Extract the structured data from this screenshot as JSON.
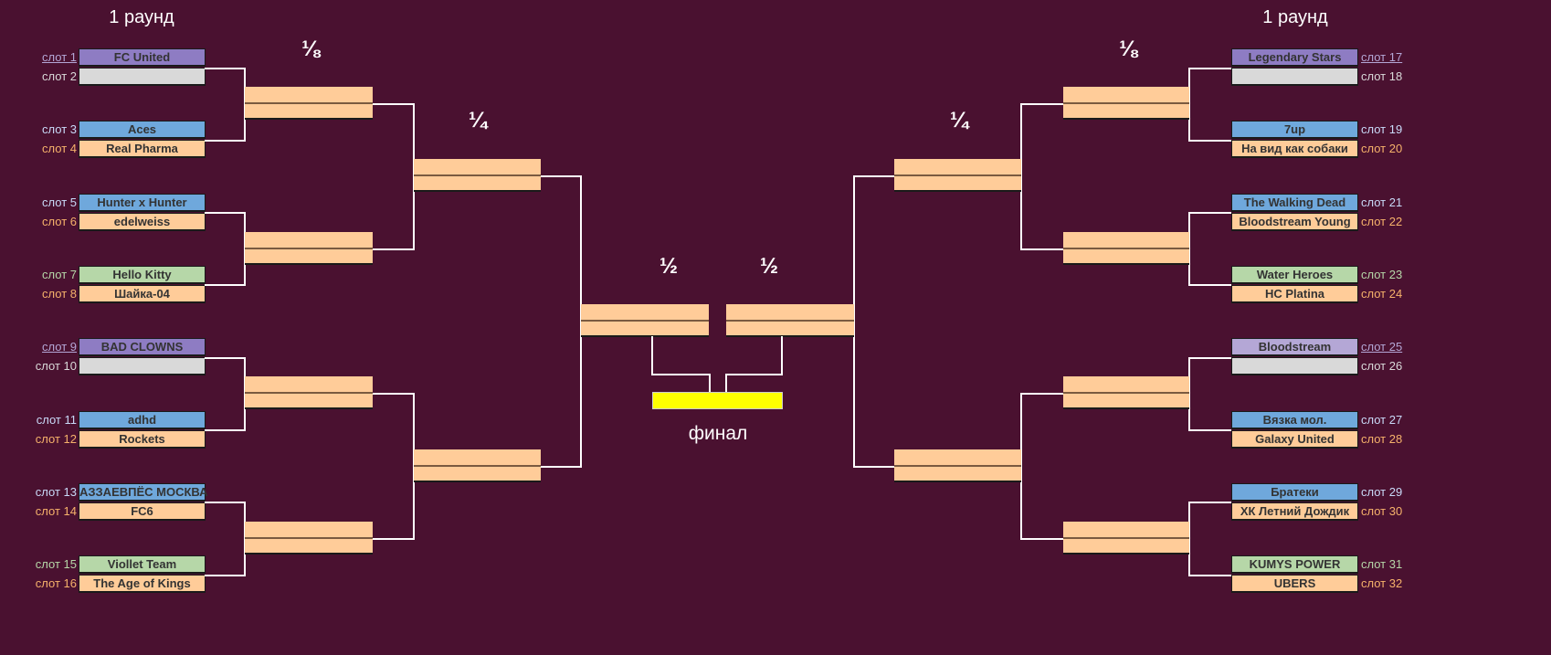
{
  "headers": {
    "round1_left": "1 раунд",
    "round1_right": "1 раунд",
    "eighth_left": "⅛",
    "eighth_right": "⅛",
    "quarter_left": "¼",
    "quarter_right": "¼",
    "semi_left": "½",
    "semi_right": "½",
    "final": "финал"
  },
  "colors": {
    "background": "#4a1130",
    "match_box": "#ffcc99",
    "final_box": "#ffff00"
  },
  "slots": [
    {
      "label": "слот 1",
      "team": "FC United",
      "color": "#8e7cc3",
      "label_color": "#b4a7d6",
      "link": true
    },
    {
      "label": "слот 2",
      "team": "",
      "color": "#d9d9d9",
      "label_color": "#d9d9d9"
    },
    {
      "label": "слот 3",
      "team": "Aces",
      "color": "#6fa8dc",
      "label_color": "#c9daf8"
    },
    {
      "label": "слот 4",
      "team": "Real Pharma",
      "color": "#ffcc99",
      "label_color": "#f6b26b"
    },
    {
      "label": "слот 5",
      "team": "Hunter x Hunter",
      "color": "#6fa8dc",
      "label_color": "#c9daf8"
    },
    {
      "label": "слот 6",
      "team": "edelweiss",
      "color": "#ffcc99",
      "label_color": "#f6b26b"
    },
    {
      "label": "слот 7",
      "team": "Hello Kitty",
      "color": "#b6d7a8",
      "label_color": "#b6d7a8"
    },
    {
      "label": "слот 8",
      "team": "Шайка-04",
      "color": "#ffcc99",
      "label_color": "#f6b26b"
    },
    {
      "label": "слот 9",
      "team": "BAD CLOWNS",
      "color": "#8e7cc3",
      "label_color": "#b4a7d6",
      "link": true
    },
    {
      "label": "слот 10",
      "team": "",
      "color": "#d9d9d9",
      "label_color": "#d9d9d9"
    },
    {
      "label": "слот 11",
      "team": "adhd",
      "color": "#6fa8dc",
      "label_color": "#c9daf8"
    },
    {
      "label": "слот 12",
      "team": "Rockets",
      "color": "#ffcc99",
      "label_color": "#f6b26b"
    },
    {
      "label": "слот 13",
      "team": "АЗЗАЕВПЁС МОСКВА",
      "color": "#6fa8dc",
      "label_color": "#c9daf8"
    },
    {
      "label": "слот 14",
      "team": "FC6",
      "color": "#ffcc99",
      "label_color": "#f6b26b"
    },
    {
      "label": "слот 15",
      "team": "Viollet Team",
      "color": "#b6d7a8",
      "label_color": "#b6d7a8"
    },
    {
      "label": "слот 16",
      "team": "The Age of Kings",
      "color": "#ffcc99",
      "label_color": "#f6b26b"
    },
    {
      "label": "слот 17",
      "team": "Legendary Stars",
      "color": "#8e7cc3",
      "label_color": "#b4a7d6",
      "link": true
    },
    {
      "label": "слот 18",
      "team": "",
      "color": "#d9d9d9",
      "label_color": "#d9d9d9"
    },
    {
      "label": "слот 19",
      "team": "7up",
      "color": "#6fa8dc",
      "label_color": "#c9daf8"
    },
    {
      "label": "слот 20",
      "team": "На вид как собаки",
      "color": "#ffcc99",
      "label_color": "#f6b26b"
    },
    {
      "label": "слот 21",
      "team": "The Walking Dead",
      "color": "#6fa8dc",
      "label_color": "#c9daf8"
    },
    {
      "label": "слот 22",
      "team": "Bloodstream Young",
      "color": "#ffcc99",
      "label_color": "#f6b26b"
    },
    {
      "label": "слот 23",
      "team": "Water Heroes",
      "color": "#b6d7a8",
      "label_color": "#b6d7a8"
    },
    {
      "label": "слот 24",
      "team": "HC Platina",
      "color": "#ffcc99",
      "label_color": "#f6b26b"
    },
    {
      "label": "слот 25",
      "team": "Bloodstream",
      "color": "#b4a7d6",
      "label_color": "#b4a7d6",
      "link": true
    },
    {
      "label": "слот 26",
      "team": "",
      "color": "#d9d9d9",
      "label_color": "#d9d9d9"
    },
    {
      "label": "слот 27",
      "team": "Вязка мол.",
      "color": "#6fa8dc",
      "label_color": "#c9daf8"
    },
    {
      "label": "слот 28",
      "team": "Galaxy United",
      "color": "#ffcc99",
      "label_color": "#f6b26b"
    },
    {
      "label": "слот 29",
      "team": "Братеки",
      "color": "#6fa8dc",
      "label_color": "#c9daf8"
    },
    {
      "label": "слот 30",
      "team": "ХК Летний Дождик",
      "color": "#ffcc99",
      "label_color": "#f6b26b"
    },
    {
      "label": "слот 31",
      "team": "KUMYS POWER",
      "color": "#b6d7a8",
      "label_color": "#b6d7a8"
    },
    {
      "label": "слот 32",
      "team": "UBERS",
      "color": "#ffcc99",
      "label_color": "#f6b26b"
    }
  ]
}
